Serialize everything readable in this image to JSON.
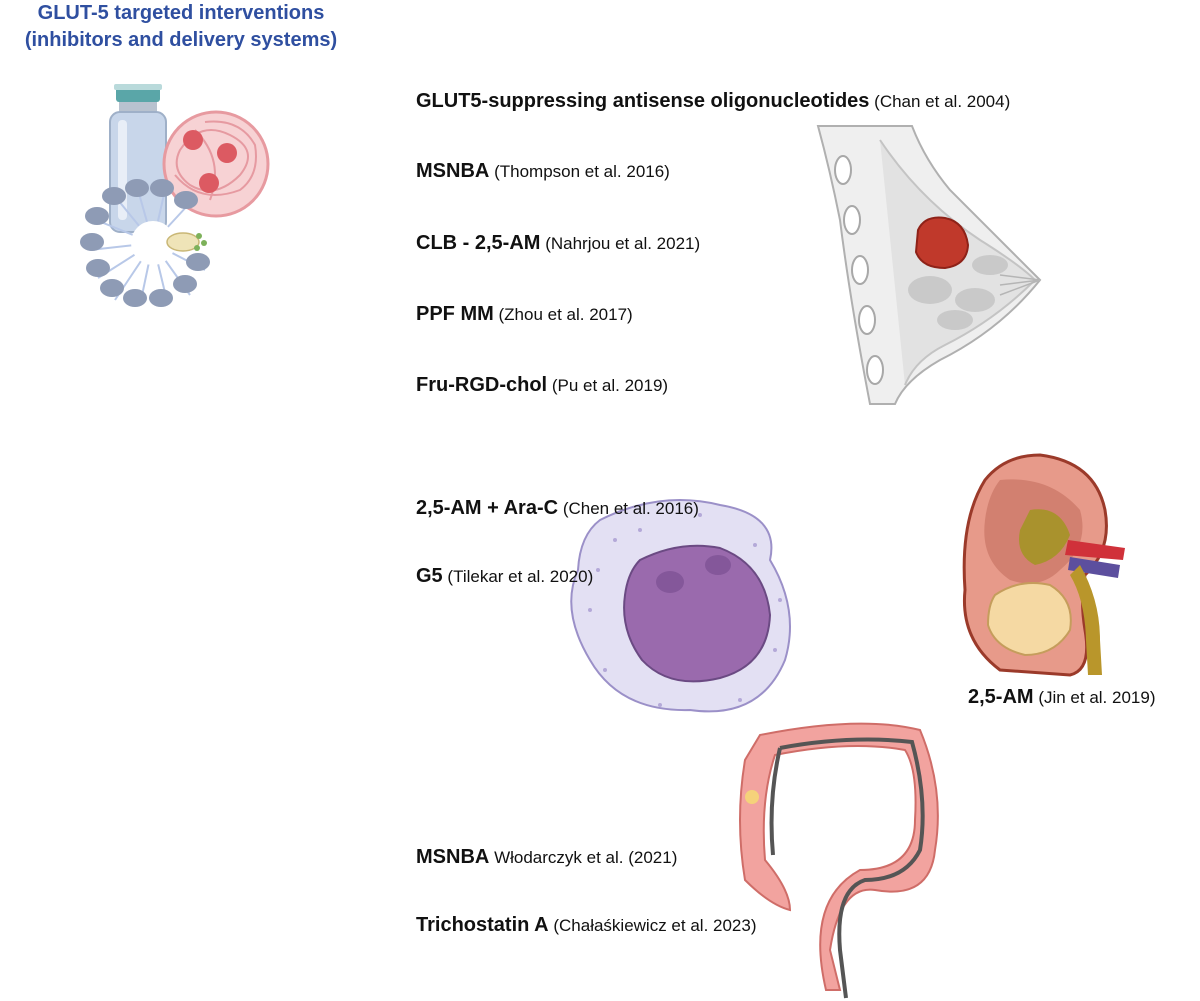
{
  "title": {
    "line1": "GLUT-5 targeted interventions",
    "line2": "(inhibitors and delivery systems)"
  },
  "breast_group": [
    {
      "name": "GLUT5-suppressing antisense oligonucleotides",
      "ref": "(Chan et al. 2004)"
    },
    {
      "name": "MSNBA",
      "ref": "(Thompson et al. 2016)"
    },
    {
      "name": "CLB - 2,5-AM",
      "ref": "(Nahrjou et al. 2021)"
    },
    {
      "name": "PPF MM",
      "ref": "(Zhou et al. 2017)"
    },
    {
      "name": "Fru-RGD-chol",
      "ref": "(Pu et al. 2019)"
    }
  ],
  "blood_group": [
    {
      "name": "2,5-AM + Ara-C",
      "ref": "(Chen et al. 2016)"
    },
    {
      "name": "G5",
      "ref": "(Tilekar et al. 2020)"
    }
  ],
  "kidney_group": [
    {
      "name": "2,5-AM",
      "ref": "(Jin et al. 2019)"
    }
  ],
  "colon_group": [
    {
      "name": "MSNBA",
      "ref": "Włodarczyk et al. (2021)"
    },
    {
      "name": "Trichostatin A",
      "ref": "(Chałaśkiewicz et al. 2023)"
    }
  ],
  "icons": {
    "delivery": "drug-vial-micelle-nanoparticle-icon",
    "breast": "breast-tumor-cross-section-icon",
    "blood": "leukemia-cell-icon",
    "kidney": "kidney-tumor-cross-section-icon",
    "colon": "colon-with-endoscope-icon"
  },
  "colors": {
    "title": "#2f4fa0",
    "tumor": "#c0392b",
    "cell_nucleus": "#9a6aad",
    "cell_cytoplasm": "#e3e0f3",
    "colon": "#f2a39f",
    "micelle_head": "#8e9bb5"
  }
}
